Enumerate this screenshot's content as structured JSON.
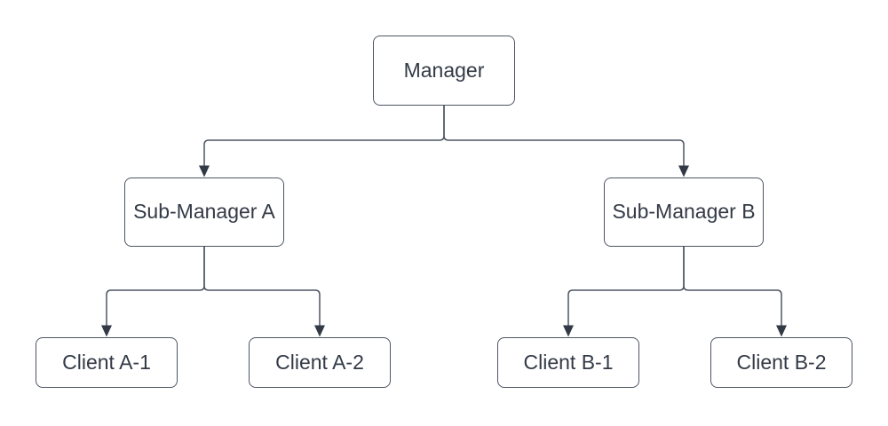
{
  "colors": {
    "background": "#ffffff",
    "node_fill": "#ffffff",
    "node_border": "#4d5663",
    "connector": "#4d5663",
    "arrowhead": "#333a46",
    "text": "#333a46"
  },
  "nodes": {
    "manager": {
      "label": "Manager"
    },
    "sub_a": {
      "label": "Sub-Manager A"
    },
    "sub_b": {
      "label": "Sub-Manager B"
    },
    "client_a1": {
      "label": "Client A-1"
    },
    "client_a2": {
      "label": "Client A-2"
    },
    "client_b1": {
      "label": "Client B-1"
    },
    "client_b2": {
      "label": "Client B-2"
    }
  },
  "edges": [
    {
      "from": "Manager",
      "to": "Sub-Manager A"
    },
    {
      "from": "Manager",
      "to": "Sub-Manager B"
    },
    {
      "from": "Sub-Manager A",
      "to": "Client A-1"
    },
    {
      "from": "Sub-Manager A",
      "to": "Client A-2"
    },
    {
      "from": "Sub-Manager B",
      "to": "Client B-1"
    },
    {
      "from": "Sub-Manager B",
      "to": "Client B-2"
    }
  ]
}
